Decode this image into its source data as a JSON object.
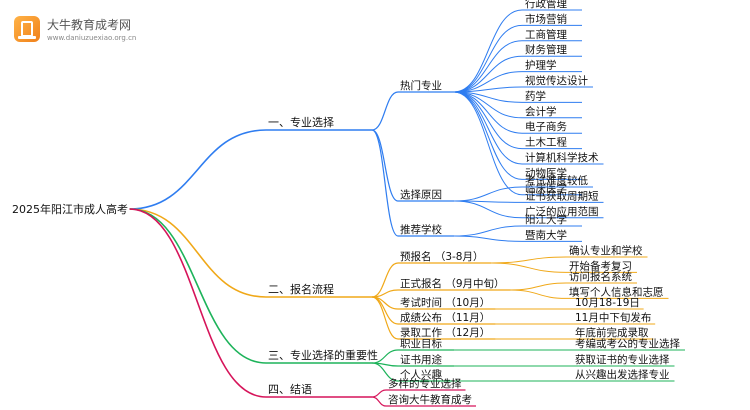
{
  "logo": {
    "name": "大牛教育成考网",
    "url": "www.daniuzuexiao.org.cn"
  },
  "root": "2025年阳江市成人高考",
  "colors": {
    "blue": "#2f7df0",
    "orange": "#f0a818",
    "green": "#1db35a",
    "crimson": "#d6145a"
  },
  "branches": [
    {
      "label": "一、专业选择",
      "children": [
        {
          "label": "热门专业",
          "children": [
            "行政管理",
            "市场营销",
            "工商管理",
            "财务管理",
            "护理学",
            "视觉传达设计",
            "药学",
            "会计学",
            "电子商务",
            "土木工程",
            "计算机科学技术",
            "动物医学",
            "临床医学"
          ]
        },
        {
          "label": "选择原因",
          "children": [
            "考试难度较低",
            "证书获取周期短",
            "广泛的应用范围"
          ]
        },
        {
          "label": "推荐学校",
          "children": [
            "阳江大学",
            "暨南大学"
          ]
        }
      ]
    },
    {
      "label": "二、报名流程",
      "children": [
        {
          "label": "预报名 （3-8月）",
          "children": [
            "确认专业和学校",
            "开始备考复习"
          ]
        },
        {
          "label": "正式报名 （9月中旬）",
          "children": [
            "访问报名系统",
            "填写个人信息和志愿"
          ]
        },
        {
          "label": "考试时间 （10月）",
          "children": [
            "10月18-19日"
          ]
        },
        {
          "label": "成绩公布 （11月）",
          "children": [
            "11月中下旬发布"
          ]
        },
        {
          "label": "录取工作 （12月）",
          "children": [
            "年底前完成录取"
          ]
        }
      ]
    },
    {
      "label": "三、专业选择的重要性",
      "children": [
        {
          "label": "职业目标",
          "children": [
            "考编或考公的专业选择"
          ]
        },
        {
          "label": "证书用途",
          "children": [
            "获取证书的专业选择"
          ]
        },
        {
          "label": "个人兴趣",
          "children": [
            "从兴趣出发选择专业"
          ]
        }
      ]
    },
    {
      "label": "四、结语",
      "children": [
        {
          "label": "多样的专业选择",
          "children": []
        },
        {
          "label": "咨询大牛教育成考",
          "children": []
        }
      ]
    }
  ]
}
